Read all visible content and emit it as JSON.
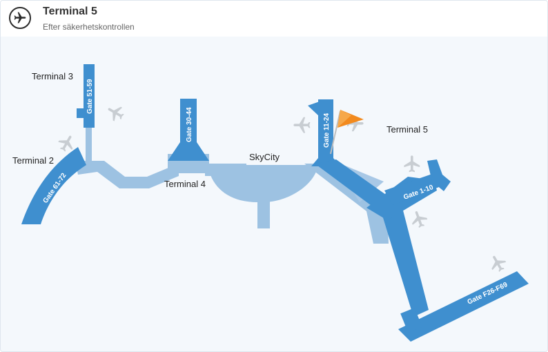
{
  "header": {
    "title": "Terminal 5",
    "subtitle": "Efter säkerhetskontrollen",
    "icon": "airplane-icon"
  },
  "terminals": {
    "t2": "Terminal 2",
    "t3": "Terminal 3",
    "t4": "Terminal 4",
    "t5": "Terminal 5",
    "skycity": "SkyCity"
  },
  "gates": {
    "g61_72": "Gate 61-72",
    "g51_59": "Gate 51-59",
    "g30_44": "Gate 30-44",
    "g11_24": "Gate 11-24",
    "g1_10": "Gate 1-10",
    "gF": "Gate F26-F69"
  },
  "colors": {
    "pier": "#3f8fcf",
    "walkway": "#9dc2e2",
    "background": "#f4f8fc",
    "plane": "#c8cdd2",
    "flag": "#f28a1e"
  },
  "marker": {
    "icon": "flag-icon",
    "location": "Gate 11-24"
  }
}
